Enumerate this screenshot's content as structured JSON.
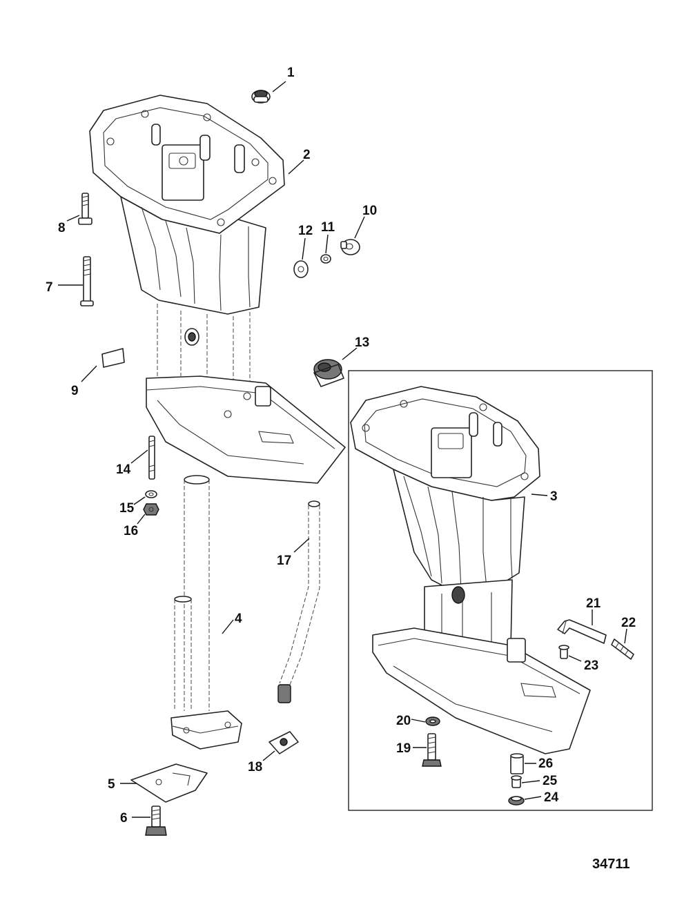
{
  "diagram": {
    "figure_id": "34711",
    "callouts": [
      {
        "id": "c1",
        "label": "1"
      },
      {
        "id": "c2",
        "label": "2"
      },
      {
        "id": "c3",
        "label": "3"
      },
      {
        "id": "c4",
        "label": "4"
      },
      {
        "id": "c5",
        "label": "5"
      },
      {
        "id": "c6",
        "label": "6"
      },
      {
        "id": "c7",
        "label": "7"
      },
      {
        "id": "c8",
        "label": "8"
      },
      {
        "id": "c9",
        "label": "9"
      },
      {
        "id": "c10",
        "label": "10"
      },
      {
        "id": "c11",
        "label": "11"
      },
      {
        "id": "c12",
        "label": "12"
      },
      {
        "id": "c13",
        "label": "13"
      },
      {
        "id": "c14",
        "label": "14"
      },
      {
        "id": "c15",
        "label": "15"
      },
      {
        "id": "c16",
        "label": "16"
      },
      {
        "id": "c17",
        "label": "17"
      },
      {
        "id": "c18",
        "label": "18"
      },
      {
        "id": "c19",
        "label": "19"
      },
      {
        "id": "c20",
        "label": "20"
      },
      {
        "id": "c21",
        "label": "21"
      },
      {
        "id": "c22",
        "label": "22"
      },
      {
        "id": "c23",
        "label": "23"
      },
      {
        "id": "c24",
        "label": "24"
      },
      {
        "id": "c25",
        "label": "25"
      },
      {
        "id": "c26",
        "label": "26"
      }
    ]
  }
}
